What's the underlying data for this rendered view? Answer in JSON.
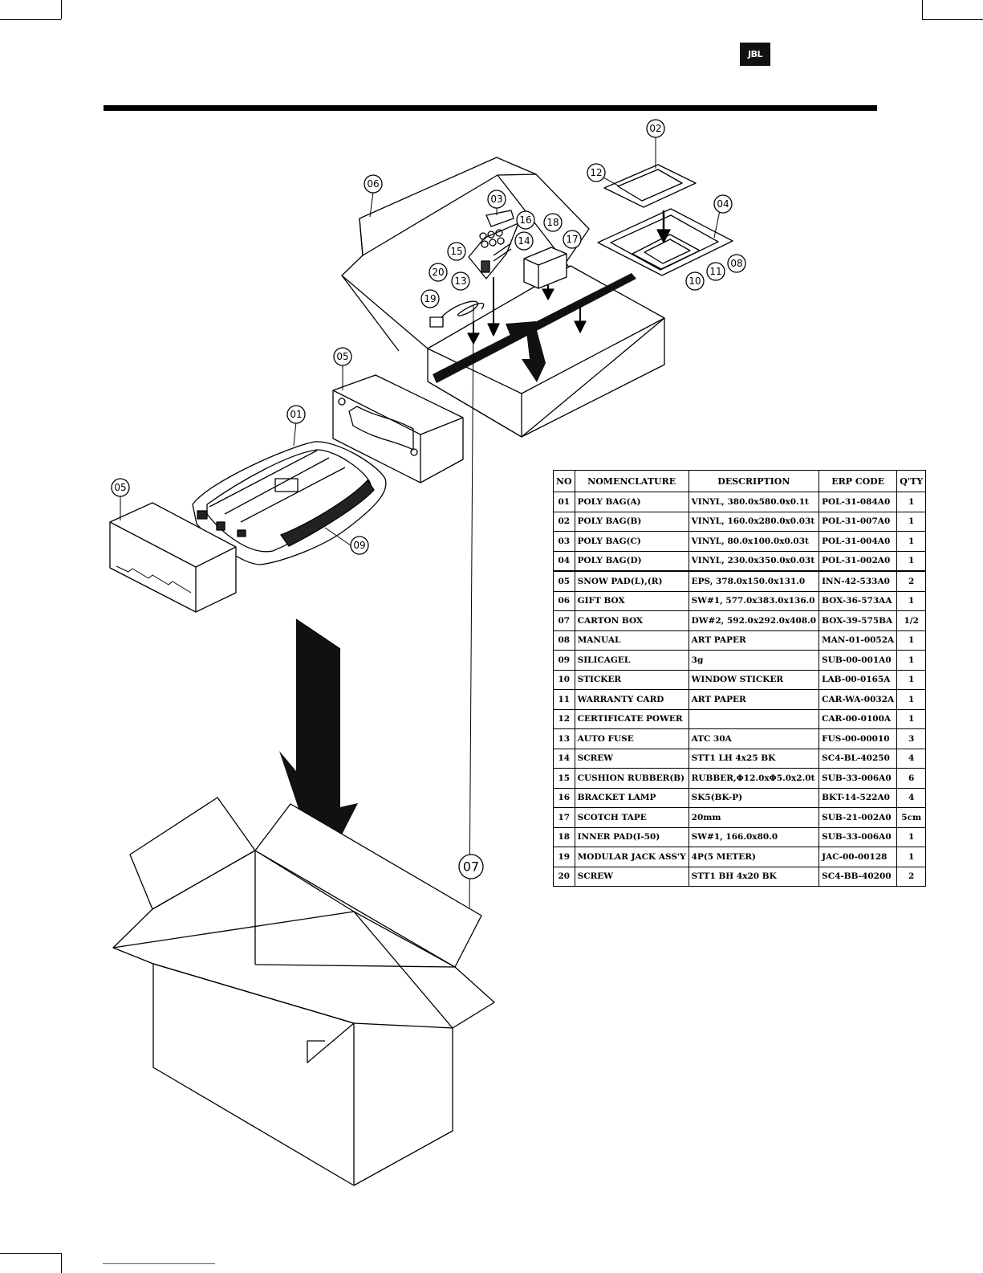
{
  "brand": {
    "logo_text": "JBL"
  },
  "callouts": [
    "01",
    "02",
    "03",
    "04",
    "05",
    "06",
    "07",
    "08",
    "09",
    "10",
    "11",
    "12",
    "13",
    "14",
    "15",
    "16",
    "17",
    "18",
    "19",
    "20"
  ],
  "callout_05b": "05",
  "table": {
    "headers": {
      "no": "NO",
      "nomenclature": "NOMENCLATURE",
      "description": "DESCRIPTION",
      "erp": "ERP CODE",
      "qty": "Q'TY"
    },
    "rows": [
      {
        "no": "01",
        "name": "POLY BAG(A)",
        "desc": "VINYL, 380.0x580.0x0.1t",
        "erp": "POL-31-084A0",
        "qty": "1"
      },
      {
        "no": "02",
        "name": "POLY BAG(B)",
        "desc": "VINYL, 160.0x280.0x0.03t",
        "erp": "POL-31-007A0",
        "qty": "1"
      },
      {
        "no": "03",
        "name": "POLY BAG(C)",
        "desc": "VINYL, 80.0x100.0x0.03t",
        "erp": "POL-31-004A0",
        "qty": "1"
      },
      {
        "no": "04",
        "name": "POLY BAG(D)",
        "desc": "VINYL, 230.0x350.0x0.03t",
        "erp": "POL-31-002A0",
        "qty": "1"
      },
      {
        "no": "05",
        "name": "SNOW PAD(L),(R)",
        "desc": "EPS, 378.0x150.0x131.0",
        "erp": "INN-42-533A0",
        "qty": "2"
      },
      {
        "no": "06",
        "name": "GIFT BOX",
        "desc": "SW#1, 577.0x383.0x136.0",
        "erp": "BOX-36-573AA",
        "qty": "1"
      },
      {
        "no": "07",
        "name": "CARTON BOX",
        "desc": "DW#2, 592.0x292.0x408.0",
        "erp": "BOX-39-575BA",
        "qty": "1/2"
      },
      {
        "no": "08",
        "name": "MANUAL",
        "desc": "ART PAPER",
        "erp": "MAN-01-0052A",
        "qty": "1"
      },
      {
        "no": "09",
        "name": "SILICAGEL",
        "desc": "3g",
        "erp": "SUB-00-001A0",
        "qty": "1"
      },
      {
        "no": "10",
        "name": "STICKER",
        "desc": "WINDOW STICKER",
        "erp": "LAB-00-0165A",
        "qty": "1"
      },
      {
        "no": "11",
        "name": "WARRANTY CARD",
        "desc": "ART PAPER",
        "erp": "CAR-WA-0032A",
        "qty": "1"
      },
      {
        "no": "12",
        "name": "CERTIFICATE POWER",
        "desc": "",
        "erp": "CAR-00-0100A",
        "qty": "1"
      },
      {
        "no": "13",
        "name": "AUTO FUSE",
        "desc": "ATC 30A",
        "erp": "FUS-00-00010",
        "qty": "3"
      },
      {
        "no": "14",
        "name": "SCREW",
        "desc": "STT1 LH 4x25 BK",
        "erp": "SC4-BL-40250",
        "qty": "4"
      },
      {
        "no": "15",
        "name": "CUSHION RUBBER(B)",
        "desc": "RUBBER,Φ12.0xΦ5.0x2.0t",
        "erp": "SUB-33-006A0",
        "qty": "6"
      },
      {
        "no": "16",
        "name": "BRACKET LAMP",
        "desc": "SK5(BK-P)",
        "erp": "BKT-14-522A0",
        "qty": "4"
      },
      {
        "no": "17",
        "name": "SCOTCH TAPE",
        "desc": "20mm",
        "erp": "SUB-21-002A0",
        "qty": "5cm"
      },
      {
        "no": "18",
        "name": "INNER PAD(I-50)",
        "desc": "SW#1, 166.0x80.0",
        "erp": "SUB-33-006A0",
        "qty": "1"
      },
      {
        "no": "19",
        "name": "MODULAR JACK ASS'Y",
        "desc": "4P(5 METER)",
        "erp": "JAC-00-00128",
        "qty": "1"
      },
      {
        "no": "20",
        "name": "SCREW",
        "desc": "STT1 BH 4x20 BK",
        "erp": "SC4-BB-40200",
        "qty": "2"
      }
    ]
  }
}
